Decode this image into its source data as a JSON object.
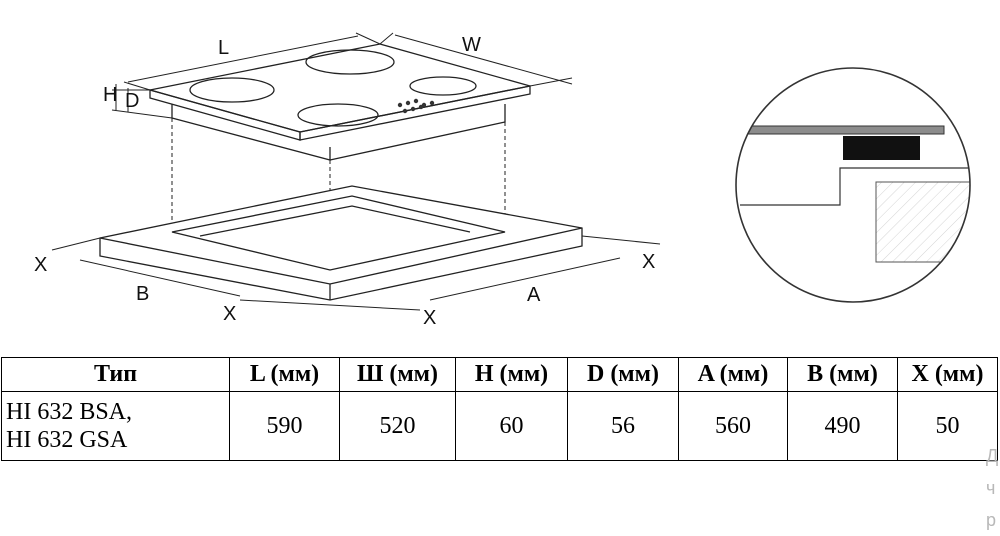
{
  "diagram": {
    "labels": {
      "l": "L",
      "w": "W",
      "h": "H",
      "d": "D",
      "b": "B",
      "a": "A",
      "x": "X"
    }
  },
  "table": {
    "headers": [
      "Тип",
      "L (мм)",
      "Ш (мм)",
      "H (мм)",
      "D (мм)",
      "A (мм)",
      "B (мм)",
      "X (мм)"
    ],
    "row": {
      "type_lines": [
        "HI 632 BSA,",
        "HI 632 GSA"
      ],
      "values": [
        "590",
        "520",
        "60",
        "56",
        "560",
        "490",
        "50"
      ]
    }
  },
  "edge_text": [
    "Д",
    "ч",
    "р"
  ]
}
